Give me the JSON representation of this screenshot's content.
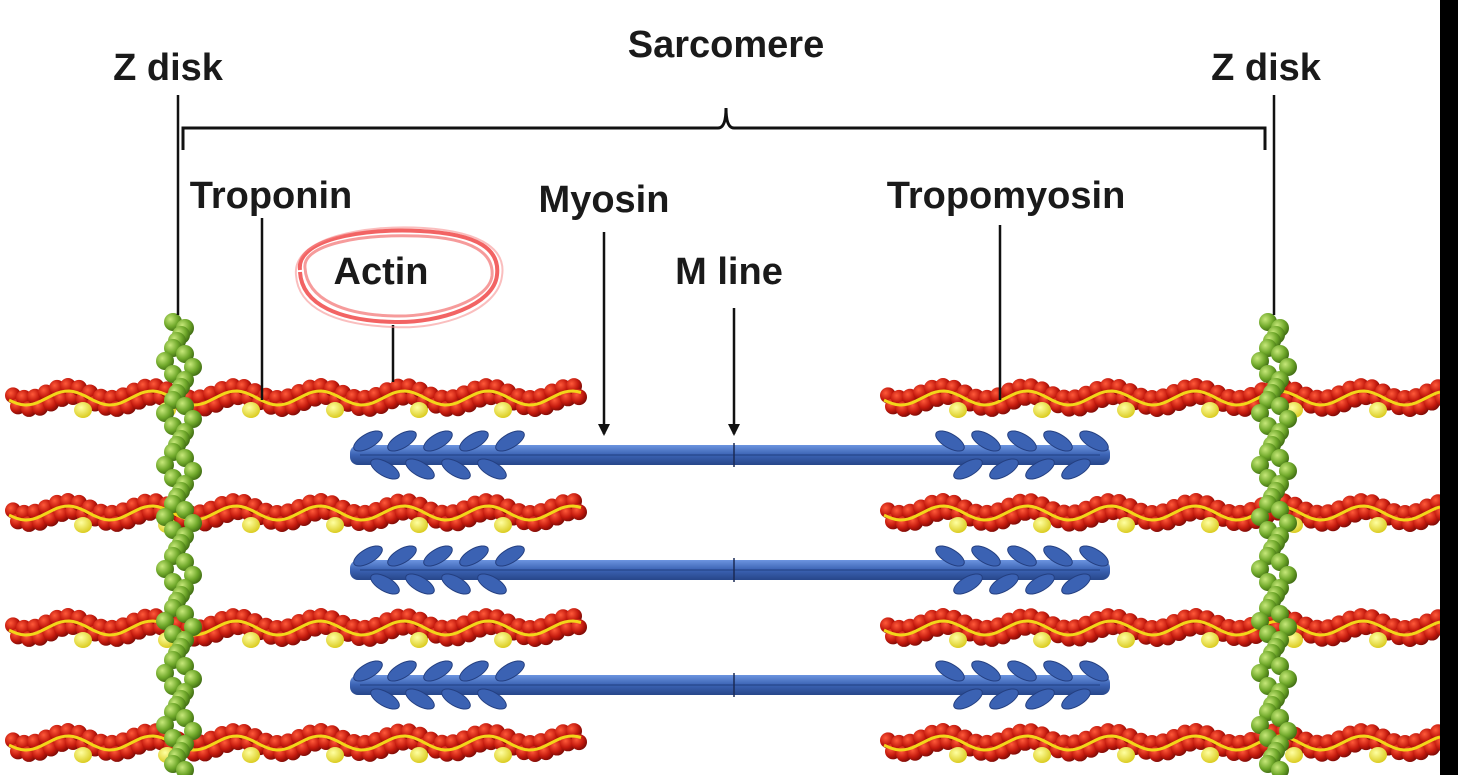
{
  "labels": {
    "sarcomere": "Sarcomere",
    "z_disk_left": "Z disk",
    "z_disk_right": "Z disk",
    "troponin": "Troponin",
    "myosin": "Myosin",
    "tropomyosin": "Tropomyosin",
    "actin": "Actin",
    "m_line": "M line"
  },
  "colors": {
    "actin": "#c41a0e",
    "actin_highlight": "#ff3a1a",
    "tropomyosin": "#f2d61a",
    "troponin": "#f0ee2a",
    "myosin": "#3b62b3",
    "myosin_light": "#5b85d6",
    "z_disk": "#6fa82a",
    "z_disk_light": "#a6d150",
    "annotation_circle": "#f04848"
  }
}
